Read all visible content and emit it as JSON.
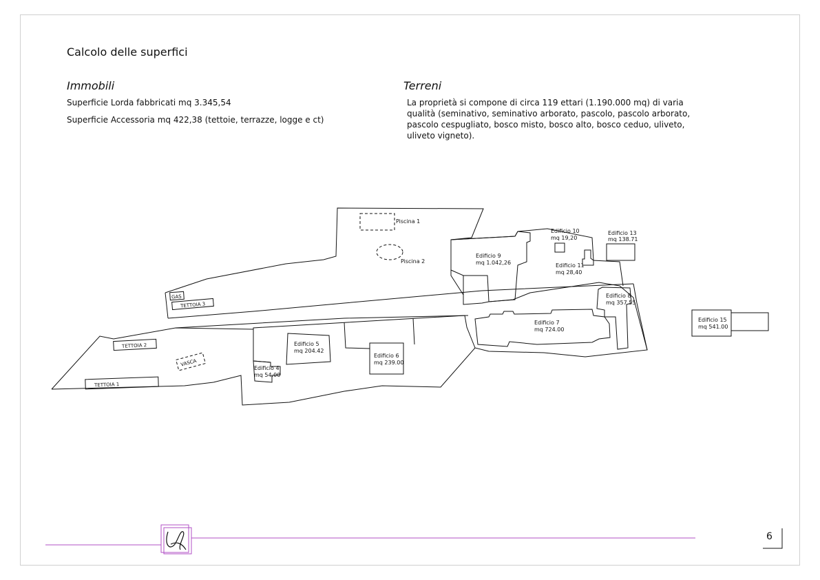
{
  "page": {
    "title": "Calcolo delle superfici",
    "page_number": "6"
  },
  "immobili": {
    "heading": "Immobili",
    "lines": [
      "Superficie Lorda fabbricati mq 3.345,54",
      "Superficie Accessoria mq 422,38 (tettoie, terrazze, logge e ct)"
    ]
  },
  "terreni": {
    "heading": "Terreni",
    "lines": [
      "La proprietà si compone di circa 119 ettari (1.190.000 mq) di varia",
      "qualità (seminativo, seminativo arborato, pascolo, pascolo arborato,",
      "pascolo cespugliato, bosco misto, bosco alto, bosco ceduo, uliveto,",
      "uliveto vigneto)."
    ]
  },
  "plan": {
    "labels": {
      "piscina1": "Piscina 1",
      "piscina2": "Piscina 2",
      "gas": "GAS",
      "tettoia3": "TETTOIA 3",
      "tettoia2": "TETTOIA 2",
      "tettoia1": "TETTOIA 1",
      "vasca": "VASCA",
      "edificio9_name": "Edificio 9",
      "edificio9_area": "mq 1.042,26",
      "edificio10_name": "Edificio 10",
      "edificio10_area": "mq 19,20",
      "edificio11_name": "Edificio 11",
      "edificio11_area": "mq 28,40",
      "edificio13_name": "Edificio 13",
      "edificio13_area": "mq 138.71",
      "edificio8_name": "Edificio 8",
      "edificio8_area": "mq 357.55",
      "edificio7_name": "Edificio 7",
      "edificio7_area": "mq 724.00",
      "edificio5_name": "Edificio 5",
      "edificio5_area": "mq 204.42",
      "edificio6_name": "Edificio 6",
      "edificio6_area": "mq 239.00",
      "edificio4_name": "Edificio 4",
      "edificio4_area": "mq 54.00",
      "edificio15_name": "Edificio 15",
      "edificio15_area": "mq 541.00"
    }
  },
  "colors": {
    "accent_line": "#b04fc6",
    "ink": "#111111"
  },
  "logo": {
    "name": "logo-monogram-icon"
  }
}
